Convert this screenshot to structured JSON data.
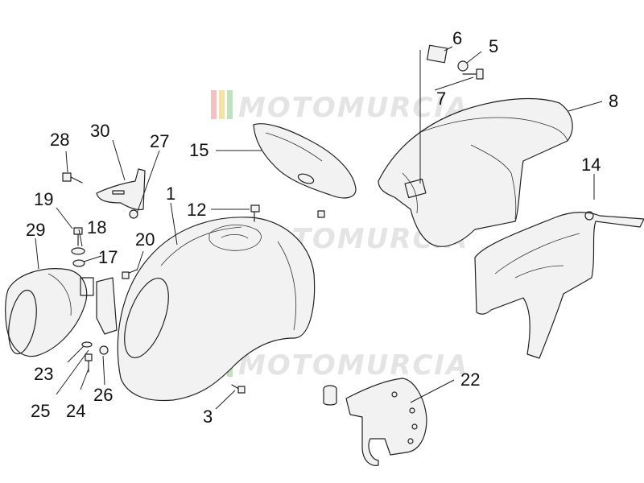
{
  "watermark": {
    "text": "MOTOMURCIA",
    "stripe_colors": [
      "#f4c2c2",
      "#f7e3a1",
      "#bfe3bf"
    ]
  },
  "callouts": {
    "c1": "1",
    "c3": "3",
    "c5": "5",
    "c6": "6",
    "c7": "7",
    "c8": "8",
    "c12": "12",
    "c14": "14",
    "c15": "15",
    "c17": "17",
    "c18": "18",
    "c19": "19",
    "c20": "20",
    "c22": "22",
    "c23": "23",
    "c24": "24",
    "c25": "25",
    "c26": "26",
    "c27": "27",
    "c28": "28",
    "c29": "29",
    "c30": "30"
  }
}
